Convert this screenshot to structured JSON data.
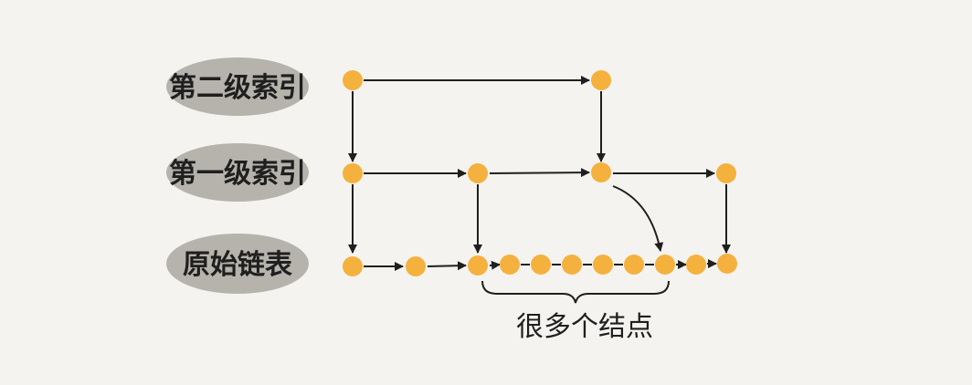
{
  "labels": {
    "level2": "第二级索引",
    "level1": "第一级索引",
    "base": "原始链表"
  },
  "annotation": "很多个结点",
  "colors": {
    "node": "#f5b13d",
    "pill": "#b5b3ab",
    "line": "#1f1f1f",
    "background": "#f4f3ef"
  }
}
